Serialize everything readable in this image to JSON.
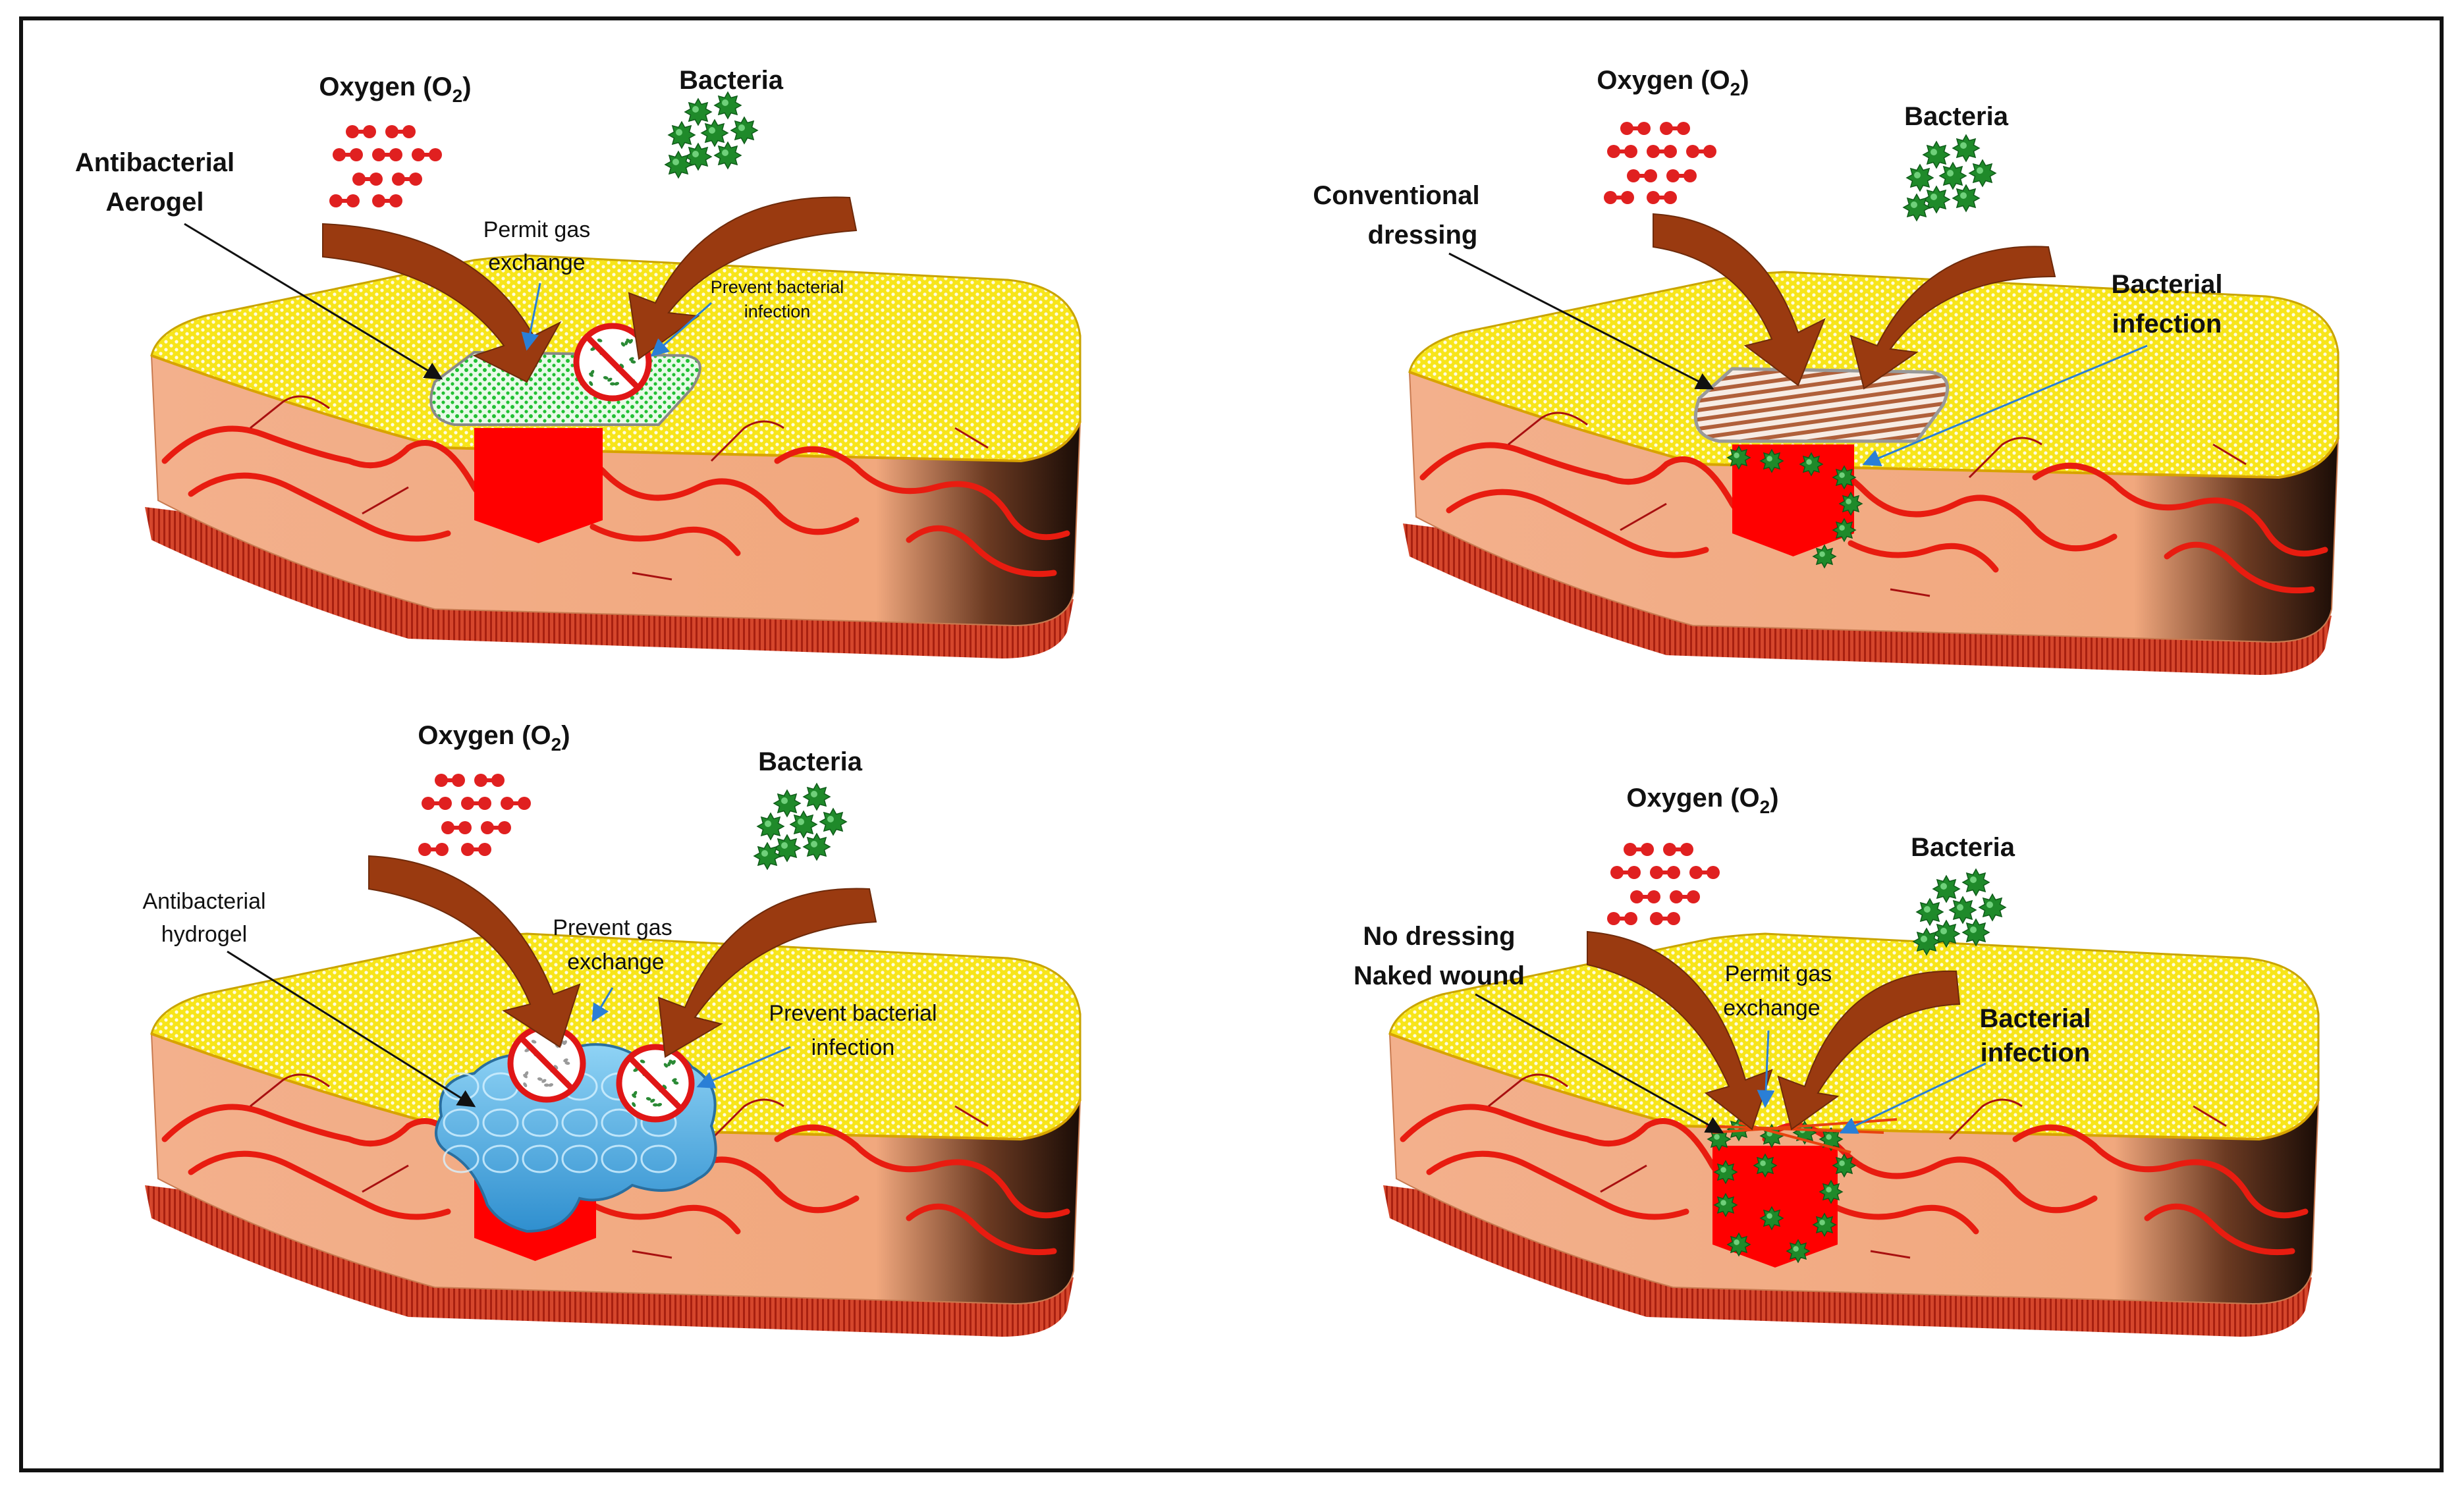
{
  "colors": {
    "skin_top": "#f4e000",
    "skin_side": "#f3b08c",
    "vessel": "#e81c10",
    "wound": "#ff0000",
    "arrow": "#9a3a10",
    "bacteria": "#1f8a2a",
    "oxygen": "#e02020",
    "hydrogel": "#58b4e6",
    "aerogel": "#22c034",
    "frame": "#111111"
  },
  "panels": [
    {
      "id": "aerogel",
      "title_oxygen": "Oxygen (O",
      "oxygen_sub": "2",
      "oxygen_close": ")",
      "bacteria": "Bacteria",
      "dressing_line1": "Antibacterial",
      "dressing_line2": "Aerogel",
      "note1_line1": "Permit gas",
      "note1_line2": "exchange",
      "note2_line1": "Prevent bacterial",
      "note2_line2": "infection"
    },
    {
      "id": "conventional",
      "title_oxygen": "Oxygen (O",
      "oxygen_sub": "2",
      "oxygen_close": ")",
      "bacteria": "Bacteria",
      "dressing_line1": "Conventional",
      "dressing_line2": "dressing",
      "note2_line1": "Bacterial",
      "note2_line2": "infection"
    },
    {
      "id": "hydrogel",
      "title_oxygen": "Oxygen (O",
      "oxygen_sub": "2",
      "oxygen_close": ")",
      "bacteria": "Bacteria",
      "dressing_line1": "Antibacterial",
      "dressing_line2": "hydrogel",
      "note1_line1": "Prevent gas",
      "note1_line2": "exchange",
      "note2_line1": "Prevent bacterial",
      "note2_line2": "infection"
    },
    {
      "id": "naked",
      "title_oxygen": "Oxygen (O",
      "oxygen_sub": "2",
      "oxygen_close": ")",
      "bacteria": "Bacteria",
      "dressing_line1": "No dressing",
      "dressing_line2": "Naked wound",
      "note1_line1": "Permit gas",
      "note1_line2": "exchange",
      "note2_line1": "Bacterial",
      "note2_line2": "infection"
    }
  ]
}
